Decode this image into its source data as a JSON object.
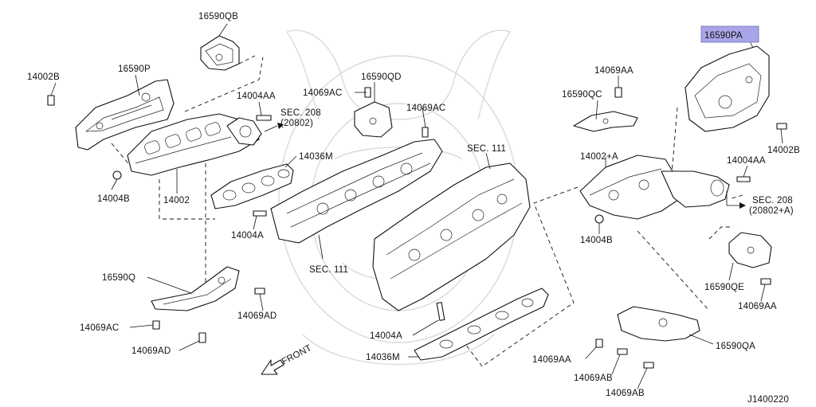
{
  "diagram": {
    "part_code": "J1400220",
    "direction_label": "FRONT",
    "highlight_color": "#a9a6e8",
    "callouts": {
      "c16590QB": "16590QB",
      "c16590P": "16590P",
      "c14002B_left": "14002B",
      "c14004AA_left": "14004AA",
      "c14069AC_mid": "14069AC",
      "c16590QD": "16590QD",
      "c14069AC_right": "14069AC",
      "c14036M_top": "14036M",
      "c14004B_left": "14004B",
      "c14002": "14002",
      "c14004A_left": "14004A",
      "cSEC111_left": "SEC. 111",
      "cSEC111_top": "SEC. 111",
      "c16590Q": "16590Q",
      "c14069AD_a": "14069AD",
      "c14069AC_low": "14069AC",
      "c14069AD_b": "14069AD",
      "c14004A_low": "14004A",
      "c14036M_low": "14036M",
      "c16590PA": "16590PA",
      "c14069AA_top": "14069AA",
      "c16590QC": "16590QC",
      "c14002B_right": "14002B",
      "c14002A": "14002+A",
      "c14004AA_right": "14004AA",
      "c14004B_right": "14004B",
      "c16590QE": "16590QE",
      "c14069AA_right": "14069AA",
      "c16590QA": "16590QA",
      "c14069AA_low": "14069AA",
      "c14069AB_a": "14069AB",
      "c14069AB_b": "14069AB"
    },
    "sec_refs": {
      "left_title": "SEC. 208",
      "left_sub": "(20802)",
      "right_title": "SEC. 208",
      "right_sub": "(20802+A)"
    }
  }
}
